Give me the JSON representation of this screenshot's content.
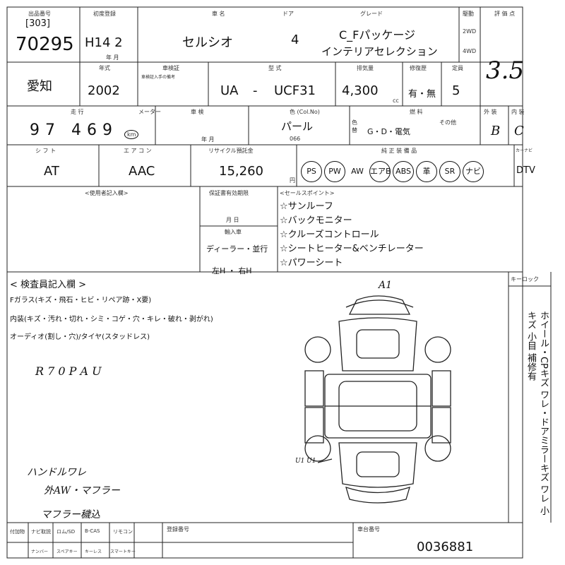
{
  "header": {
    "lot_label": "出品番号",
    "lot_prefix": "[303]",
    "lot_number": "70295",
    "first_reg_label": "初度登録",
    "first_reg_value": "H14 2",
    "first_reg_unit": "年 月",
    "car_name_label": "車 名",
    "car_name": "セルシオ",
    "doors_label": "ドア",
    "doors": "4",
    "grade_label": "グレード",
    "grade_line1": "C_Fパッケージ",
    "grade_line2": "インテリアセレクション",
    "drive_label": "駆動",
    "drive_2wd": "2WD",
    "drive_4wd": "4WD",
    "score_label": "評 価 点",
    "score": "3.5"
  },
  "row2": {
    "region": "愛知",
    "year_label": "年式",
    "year": "2002",
    "stamp_label": "車検証",
    "stamp_note": "車検証入手の備考",
    "type_label": "型 式",
    "type_prefix": "UA",
    "type_dash": "-",
    "type_code": "UCF31",
    "displacement_label": "排気量",
    "displacement": "4,300",
    "displacement_unit": "cc",
    "history_label": "修復歴",
    "history_value": "有・無",
    "seats_label": "定員",
    "seats": "5"
  },
  "row3": {
    "mileage_label": "走 行",
    "mileage_meter_label": "メーター",
    "mileage": "97 469",
    "mileage_unit": "km",
    "inspection_label": "車 検",
    "inspection_unit": "年 月",
    "color_label": "色 (Col.No)",
    "color": "パール",
    "color_no": "066",
    "color_change_label": "色替",
    "fuel_label": "燃 料",
    "fuel_value": "G・D・電気",
    "fuel_other": "その他",
    "exterior_label": "外 装",
    "exterior": "B",
    "interior_label": "内 装",
    "interior": "C"
  },
  "row4": {
    "shift_label": "シ フ ト",
    "shift": "AT",
    "ac_label": "エ ア コ ン",
    "ac": "AAC",
    "recycle_label": "リサイクル預託金",
    "recycle": "15,260",
    "recycle_unit": "円",
    "equipment_label": "純 正 装 備 品",
    "equipment": [
      {
        "label": "PS",
        "circled": true
      },
      {
        "label": "PW",
        "circled": true
      },
      {
        "label": "AW",
        "circled": false
      },
      {
        "label": "エアB",
        "circled": true
      },
      {
        "label": "ABS",
        "circled": true
      },
      {
        "label": "革",
        "circled": true
      },
      {
        "label": "SR",
        "circled": true
      },
      {
        "label": "ナビ",
        "circled": true
      }
    ],
    "extra_label": "カーナビ",
    "extra": "DTV"
  },
  "notes": {
    "owner_label": "<使用者記入欄>",
    "warranty_label": "保証書有効期限",
    "warranty_unit": "月 日",
    "import_label": "輸入車",
    "import_value": "ディーラー・並行",
    "handle_value": "左H ・ 右H",
    "sales_label": "<セールスポイント>",
    "sales_points": [
      "☆サンルーフ",
      "☆バックモニター",
      "☆クルーズコントロール",
      "☆シートヒーター&ベンチレーター",
      "☆パワーシート"
    ]
  },
  "inspection": {
    "title": "< 検査員記入欄 >",
    "glass": "Fガラス(キズ・飛石・ヒビ・リペア跡・X要)",
    "interior": "内装(キズ・汚れ・切れ・シミ・コゲ・穴・キレ・破れ・剥がれ)",
    "audio": "オーディオ(割し・穴)/タイヤ(スタッドレス)",
    "hand_notes": [
      "R 7 0 P A U",
      "ハンドルワレ",
      "外AW・マフラー",
      "マフラー穢込"
    ],
    "diagram_mark_a1": "A1",
    "diagram_mark_u1": "U1 U1"
  },
  "side_panel": {
    "keys_label": "キーロック",
    "vertical_text": "ホイール・CPキズ ワレ・ドアミラーキズ ワレ 小キズ 小目 補修有"
  },
  "footer": {
    "cols": [
      "付加物",
      "ナビ取説",
      "ロム/SD",
      "B-CAS",
      "リモコン"
    ],
    "cols2": [
      "ナンバー",
      "スペアキー",
      "キーレス",
      "スマートキー"
    ],
    "register_label": "登録番号",
    "chassis_label": "車台番号",
    "chassis": "0036881"
  }
}
